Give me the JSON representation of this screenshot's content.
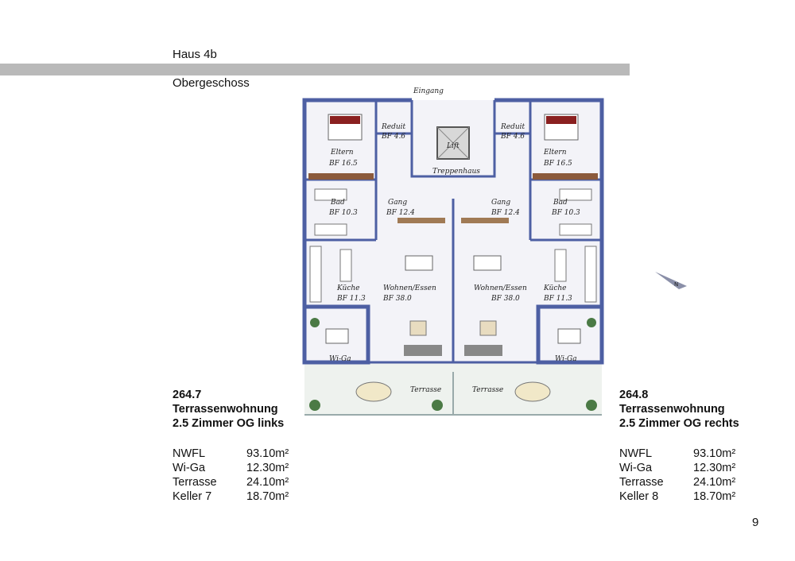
{
  "header": {
    "house": "Haus 4b",
    "floor": "Obergeschoss"
  },
  "plan_labels": {
    "entrance": "Eingang",
    "lift": "Lift",
    "stairwell": "Treppenhaus",
    "left": {
      "reduit": "Reduit",
      "reduit_area": "BF 4.6",
      "bedroom": "Eltern",
      "bedroom_area": "BF 16.5",
      "bath": "Bad",
      "bath_area": "BF 10.3",
      "hall": "Gang",
      "hall_area": "BF 12.4",
      "kitchen": "Küche",
      "kitchen_area": "BF 11.3",
      "living": "Wohnen/Essen",
      "living_area": "BF 38.0",
      "winter_garden": "Wi-Ga",
      "terrace": "Terrasse"
    },
    "right": {
      "reduit": "Reduit",
      "reduit_area": "BF 4.6",
      "bedroom": "Eltern",
      "bedroom_area": "BF 16.5",
      "bath": "Bad",
      "bath_area": "BF 10.3",
      "hall": "Gang",
      "hall_area": "BF 12.4",
      "kitchen": "Küche",
      "kitchen_area": "BF 11.3",
      "living": "Wohnen/Essen",
      "living_area": "BF 38.0",
      "winter_garden": "Wi-Ga",
      "terrace": "Terrasse"
    }
  },
  "units": [
    {
      "number": "264.7",
      "type": "Terrassenwohnung",
      "rooms": "2.5 Zimmer OG links",
      "areas": [
        {
          "label": "NWFL",
          "value": "93.10m²"
        },
        {
          "label": "Wi-Ga",
          "value": "12.30m²"
        },
        {
          "label": "Terrasse",
          "value": "24.10m²"
        },
        {
          "label": "Keller 7",
          "value": "18.70m²"
        }
      ]
    },
    {
      "number": "264.8",
      "type": "Terrassenwohnung",
      "rooms": "2.5 Zimmer OG rechts",
      "areas": [
        {
          "label": "NWFL",
          "value": "93.10m²"
        },
        {
          "label": "Wi-Ga",
          "value": "12.30m²"
        },
        {
          "label": "Terrasse",
          "value": "24.10m²"
        },
        {
          "label": "Keller 8",
          "value": "18.70m²"
        }
      ]
    }
  ],
  "page_number": "9",
  "compass_label": "N",
  "colors": {
    "wall": "#4d5fa3",
    "floor": "#f3f3f8",
    "wood": "#8b5a3c",
    "rule": "#b9b9b9"
  }
}
